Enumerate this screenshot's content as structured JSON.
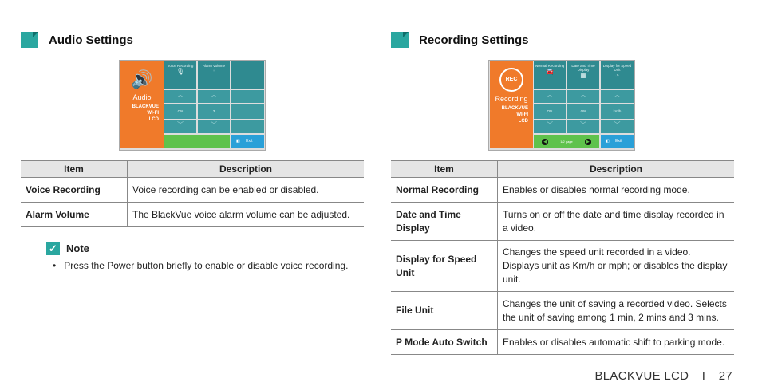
{
  "left": {
    "title": "Audio Settings",
    "device": {
      "label": "Audio",
      "brand_lines": [
        "BLACKVUE",
        "WI-FI",
        "LCD"
      ],
      "columns": [
        {
          "header": "Voice Recording",
          "value": "ON"
        },
        {
          "header": "Alarm Volume",
          "value": "3"
        }
      ],
      "exit_label": "Exit"
    },
    "table": {
      "headers": [
        "Item",
        "Description"
      ],
      "rows": [
        [
          "Voice Recording",
          "Voice recording can be enabled or disabled."
        ],
        [
          "Alarm Volume",
          "The BlackVue voice alarm volume can be adjusted."
        ]
      ]
    },
    "note": {
      "title": "Note",
      "items": [
        "Press the Power button briefly to enable or disable voice recording."
      ]
    }
  },
  "right": {
    "title": "Recording Settings",
    "device": {
      "label": "Recording",
      "badge": "REC",
      "brand_lines": [
        "BLACKVUE",
        "WI-FI",
        "LCD"
      ],
      "columns": [
        {
          "header": "Normal Recording",
          "value": "ON"
        },
        {
          "header": "Date and Time Display",
          "value": "ON"
        },
        {
          "header": "Display for Speed Unit",
          "value": "km/h"
        }
      ],
      "page_label": "1/2 page",
      "exit_label": "Exit"
    },
    "table": {
      "headers": [
        "Item",
        "Description"
      ],
      "rows": [
        [
          "Normal Recording",
          "Enables or disables normal recording mode."
        ],
        [
          "Date and Time Display",
          "Turns on or off the date and time display recorded in a video."
        ],
        [
          "Display for Speed Unit",
          "Changes the speed unit recorded in a video. Displays unit as Km/h or mph; or disables the display unit."
        ],
        [
          "File Unit",
          "Changes the unit of saving a recorded video. Selects the unit of saving among 1 min, 2 mins and 3 mins."
        ],
        [
          "P Mode Auto Switch",
          "Enables or disables automatic shift to parking mode."
        ]
      ]
    }
  },
  "footer": {
    "brand": "BLACKVUE LCD",
    "separator": "I",
    "page": "27"
  }
}
